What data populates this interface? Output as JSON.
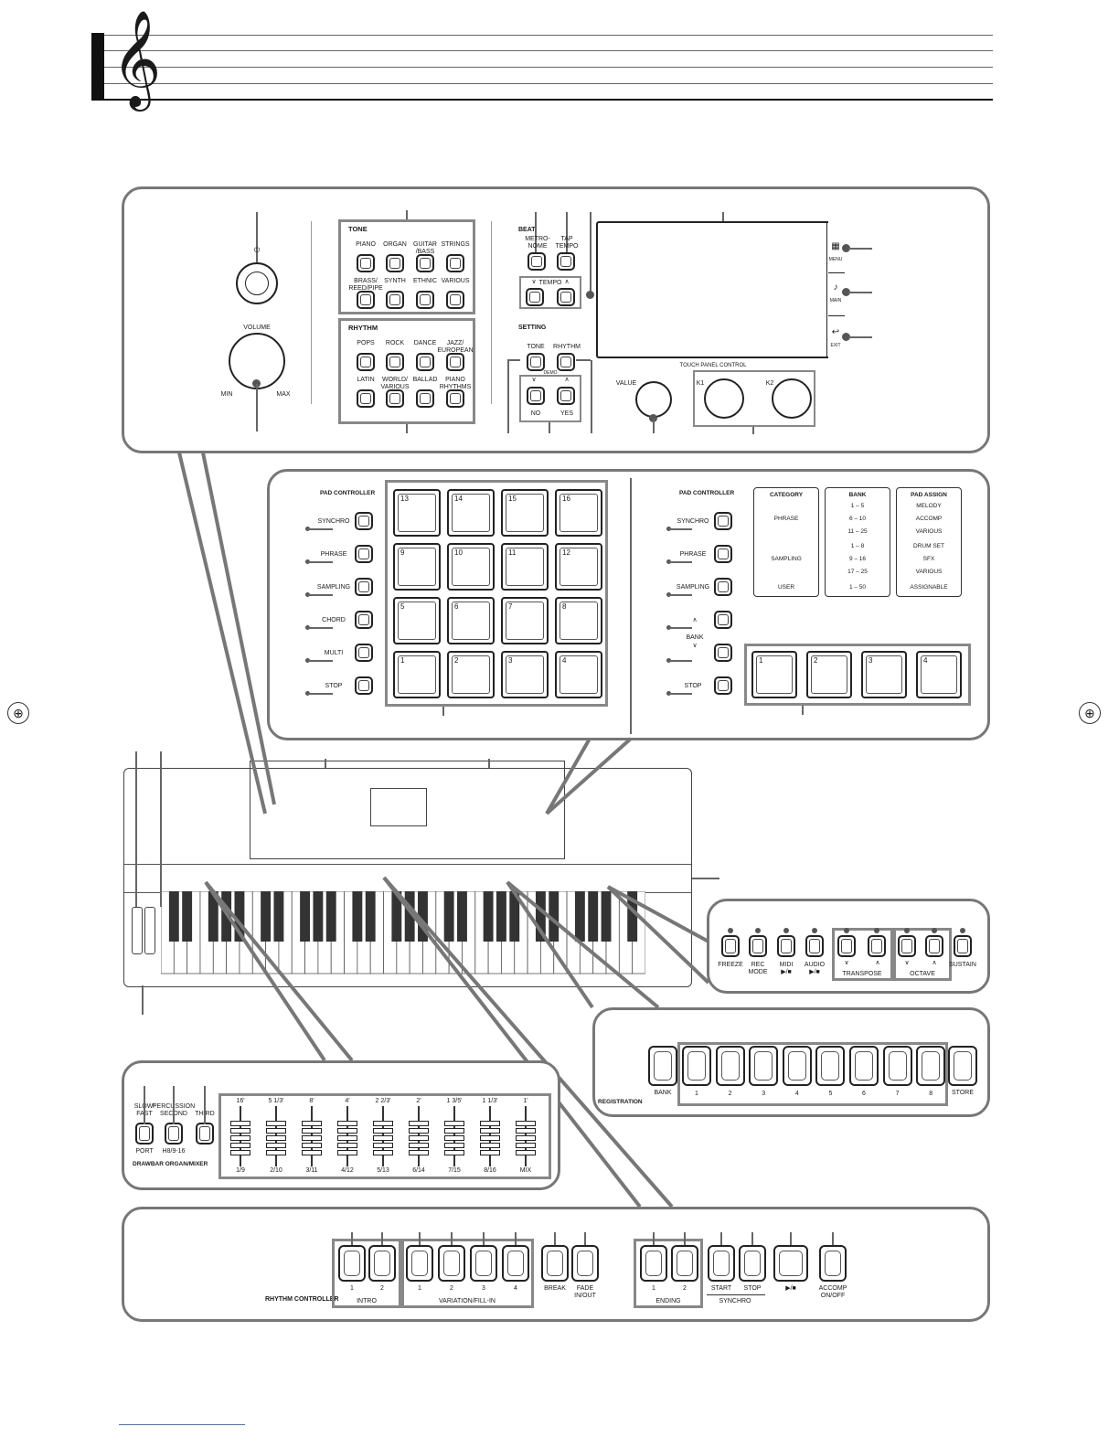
{
  "tone": {
    "header": "TONE",
    "buttons": [
      "PIANO",
      "ORGAN",
      "GUITAR\n/BASS",
      "STRINGS",
      "BRASS/\nREED/PIPE",
      "SYNTH",
      "ETHNIC",
      "VARIOUS"
    ]
  },
  "rhythm": {
    "header": "RHYTHM",
    "buttons": [
      "POPS",
      "ROCK",
      "DANCE",
      "JAZZ/\nEUROPEAN",
      "LATIN",
      "WORLD/\nVARIOUS",
      "BALLAD",
      "PIANO\nRHYTHMS"
    ]
  },
  "top": {
    "volume": "VOLUME",
    "min": "MIN",
    "max": "MAX",
    "beat": "BEAT",
    "metronome": "METRO-\nNOME",
    "tap_tempo": "TAP\nTEMPO",
    "tempo": "TEMPO",
    "setting": "SETTING",
    "setting_tone": "TONE",
    "setting_rhythm": "RHYTHM",
    "no": "NO",
    "yes": "YES",
    "demo": "DEMO",
    "value": "VALUE",
    "touch_panel": "TOUCH PANEL CONTROL",
    "k1": "K1",
    "k2": "K2",
    "menu": "MENU",
    "main": "MAIN",
    "exit": "EXIT"
  },
  "pad_left": {
    "header": "PAD CONTROLLER",
    "buttons": [
      "SYNCHRO",
      "PHRASE",
      "SAMPLING",
      "CHORD",
      "MULTI",
      "STOP"
    ],
    "pads": [
      "13",
      "14",
      "15",
      "16",
      "9",
      "10",
      "11",
      "12",
      "5",
      "6",
      "7",
      "8",
      "1",
      "2",
      "3",
      "4"
    ]
  },
  "pad_right": {
    "header": "PAD CONTROLLER",
    "buttons": [
      "SYNCHRO",
      "PHRASE",
      "SAMPLING",
      "",
      "",
      "STOP"
    ],
    "bank": "BANK",
    "category": {
      "title": "CATEGORY",
      "rows": [
        "PHRASE",
        "SAMPLING",
        "USER"
      ]
    },
    "bank_col": {
      "title": "BANK",
      "rows": [
        "1 – 5",
        "6 – 10",
        "11 – 25",
        "1 – 8",
        "9 – 16",
        "17 – 25",
        "1 – 50"
      ]
    },
    "assign": {
      "title": "PAD ASSIGN",
      "rows": [
        "MELODY",
        "ACCOMP",
        "VARIOUS",
        "DRUM SET",
        "SFX",
        "VARIOUS",
        "ASSIGNABLE"
      ]
    },
    "pads": [
      "1",
      "2",
      "3",
      "4"
    ]
  },
  "right_panel": {
    "buttons": [
      "FREEZE",
      "REC\nMODE",
      "MIDI\n▶/■",
      "AUDIO\n▶/■",
      "",
      "",
      "",
      "",
      "SUSTAIN"
    ],
    "transpose": "TRANSPOSE",
    "octave": "OCTAVE"
  },
  "registration": {
    "label": "REGISTRATION",
    "bank": "BANK",
    "store": "STORE",
    "numbers": [
      "1",
      "2",
      "3",
      "4",
      "5",
      "6",
      "7",
      "8"
    ]
  },
  "drawbar": {
    "label": "DRAWBAR ORGAN/MIXER",
    "slow_fast": "SLOW/\nFAST",
    "port": "PORT",
    "perc_second": "PERCUSSION\nSECOND",
    "h8_9_16": "H8/9-16",
    "third": "THIRD",
    "top_labels": [
      "16'",
      "5 1/3'",
      "8'",
      "4'",
      "2 2/3'",
      "2'",
      "1 3/5'",
      "1 1/3'",
      "1'"
    ],
    "bottom_labels": [
      "1/9",
      "2/10",
      "3/11",
      "4/12",
      "5/13",
      "6/14",
      "7/15",
      "8/16",
      "MIX"
    ]
  },
  "rhythm_controller": {
    "label": "RHYTHM CONTROLLER",
    "intro": "INTRO",
    "intro_nums": [
      "1",
      "2"
    ],
    "variation": "VARIATION/FILL-IN",
    "variation_nums": [
      "1",
      "2",
      "3",
      "4"
    ],
    "break": "BREAK",
    "fade": "FADE\nIN/OUT",
    "ending": "ENDING",
    "ending_nums": [
      "1",
      "2"
    ],
    "start": "START",
    "stop": "STOP",
    "synchro": "SYNCHRO",
    "play": "▶/■",
    "accomp": "ACCOMP\nON/OFF"
  }
}
